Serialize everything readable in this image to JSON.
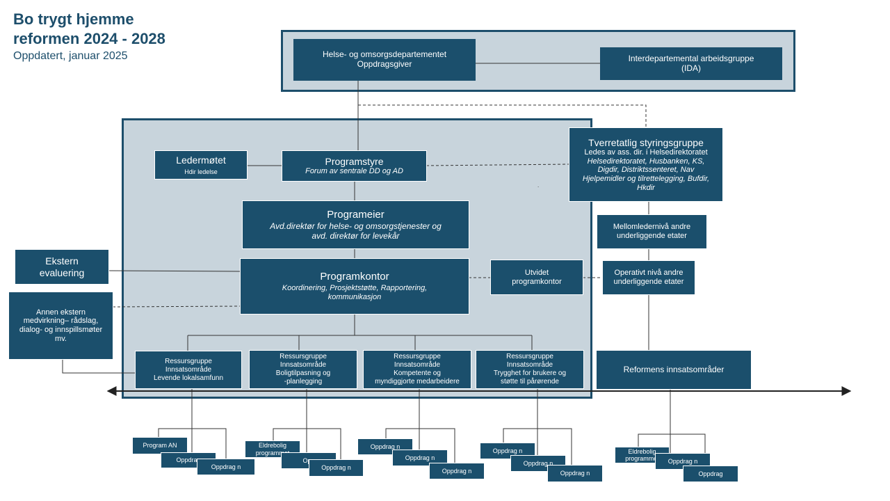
{
  "header": {
    "title_line1": "Bo trygt hjemme",
    "title_line2": "reformen 2024 - 2028",
    "updated": "Oppdatert, januar 2025"
  },
  "colors": {
    "box": "#1b4f6c",
    "panel": "#c8d4dc",
    "border": "#1d4e6b"
  },
  "top": {
    "hod_title": "Helse- og omsorgsdepartementet",
    "hod_sub": "Oppdragsgiver",
    "ida_line1": "Interdepartemental arbeidsgruppe",
    "ida_line2": "(IDA)"
  },
  "governance": {
    "ledermotet_title": "Ledermøtet",
    "ledermotet_sub": "Hdir ledelse",
    "programstyre_title": "Programstyre",
    "programstyre_sub": "Forum av sentrale DD og AD",
    "programeier_title": "Programeier",
    "programeier_sub1": "Avd.direktør for helse- og omsorgstjenester og",
    "programeier_sub2": "avd. direktør for levekår",
    "programkontor_title": "Programkontor",
    "programkontor_sub1": "Koordinering, Prosjektstøtte, Rapportering,",
    "programkontor_sub2": "kommunikasjon",
    "utvidet_line1": "Utvidet",
    "utvidet_line2": "programkontor"
  },
  "external": {
    "evaluering_line1": "Ekstern",
    "evaluering_line2": "evaluering",
    "medvirkning_line1": "Annen ekstern",
    "medvirkning_line2": "medvirkning– rådslag,",
    "medvirkning_line3": "dialog- og innspillsmøter",
    "medvirkning_line4": "mv."
  },
  "cross_sector": {
    "title": "Tverretatlig styringsgruppe",
    "sub": "Ledes av ass. dir. i Helsedirektoratet",
    "members1": "Helsedirektoratet, Husbanken, KS,",
    "members2": "Digdir, Distriktssenteret, Nav",
    "members3": "Hjelpemidler og tilrettelegging, Bufdir,",
    "members4": "Hkdir",
    "mellom_line1": "Mellomledernivå andre",
    "mellom_line2": "underliggende etater",
    "operativt_line1": "Operativt nivå andre",
    "operativt_line2": "underliggende etater",
    "reform_areas": "Reformens innsatsområder"
  },
  "resource_groups": [
    {
      "l1": "Ressursgruppe",
      "l2": "Innsatsområde",
      "l3": "Levende lokalsamfunn",
      "l4": ""
    },
    {
      "l1": "Ressursgruppe",
      "l2": "Innsatsområde",
      "l3": "Boligtilpasning og",
      "l4": "-planlegging"
    },
    {
      "l1": "Ressursgruppe",
      "l2": "Innsatsområde",
      "l3": "Kompetente og",
      "l4": "myndiggjorte medarbeidere"
    },
    {
      "l1": "Ressursgruppe",
      "l2": "Innsatsområde",
      "l3": "Trygghet for brukere og",
      "l4": "støtte til pårørende"
    }
  ],
  "assignments": {
    "g1": [
      "Program AN",
      "Oppdrag",
      "Oppdrag n"
    ],
    "g2": [
      "Eldrebolig",
      "programmet",
      "Opp",
      "Oppdrag n"
    ],
    "g3": [
      "Oppdrag n",
      "Oppdrag n",
      "Oppdrag n"
    ],
    "g4": [
      "Oppdrag n",
      "Oppdrag n",
      "Oppdrag n"
    ],
    "g5": [
      "Eldrebolig",
      "programmet",
      "Oppdrag n",
      "Oppdrag"
    ]
  },
  "misc": {
    "dot": "."
  }
}
